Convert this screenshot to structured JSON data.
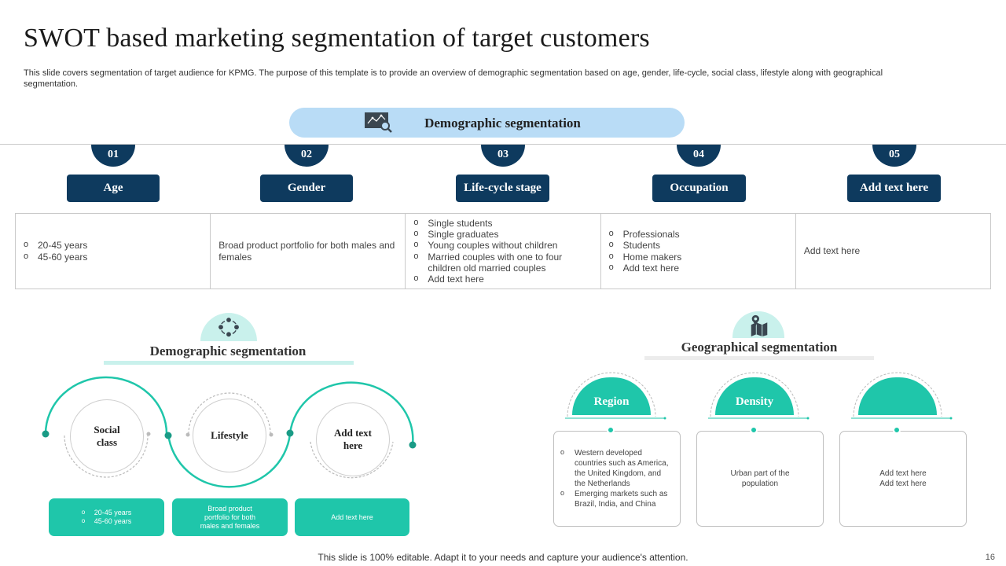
{
  "title": "SWOT based marketing segmentation of target customers",
  "description": "This slide covers segmentation of target audience for KPMG.  The purpose of this template is to provide an overview of demographic segmentation based on age, gender, life-cycle, social class, lifestyle along with geographical segmentation.",
  "banner": {
    "label": "Demographic segmentation",
    "icon": "analytics-magnifier-icon"
  },
  "categories": [
    {
      "num": "01",
      "label": "Age"
    },
    {
      "num": "02",
      "label": "Gender"
    },
    {
      "num": "03",
      "label": "Life-cycle stage"
    },
    {
      "num": "04",
      "label": "Occupation"
    },
    {
      "num": "05",
      "label": "Add text here"
    }
  ],
  "table": {
    "age": [
      "20-45 years",
      "45-60 years"
    ],
    "gender": "Broad product portfolio for both males and females",
    "lifecycle": [
      "Single students",
      "Single graduates",
      "Young couples without children",
      "Married couples with one to four children old married couples",
      "Add text here"
    ],
    "occupation": [
      "Professionals",
      "Students",
      "Home makers",
      "Add text here"
    ],
    "other": "Add text here"
  },
  "demographic": {
    "title": "Demographic segmentation",
    "icon": "group-network-icon",
    "circles": [
      "Social class",
      "Lifestyle",
      "Add text here"
    ],
    "boxes": {
      "social": [
        "20-45 years",
        "45-60 years"
      ],
      "lifestyle": "Broad product portfolio for both males  and  females",
      "add": "Add text here"
    }
  },
  "geographical": {
    "title": "Geographical segmentation",
    "icon": "map-pin-icon",
    "columns": [
      {
        "label": "Region",
        "items": [
          "Western developed countries such as America, the United Kingdom, and the Netherlands",
          "Emerging markets such as Brazil, India, and China"
        ]
      },
      {
        "label": "Density",
        "text": "Urban part of the population"
      },
      {
        "label": "",
        "text1": "Add text here",
        "text2": "Add text here"
      }
    ]
  },
  "footer": "This slide is 100% editable. Adapt it to your needs and capture your audience's attention.",
  "page_number": "16",
  "colors": {
    "navy": "#0e3a5e",
    "teal": "#1fc6aa",
    "light_blue": "#b9dcf6",
    "light_teal": "#c9f1ec"
  }
}
